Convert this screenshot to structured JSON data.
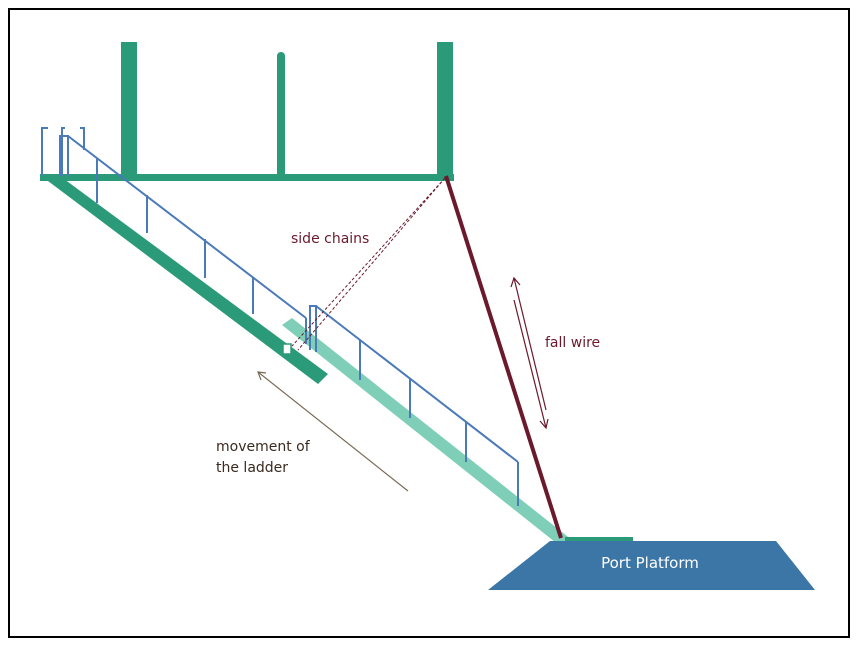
{
  "labels": {
    "side_chains": "side chains",
    "fall_wire": "fall wire",
    "movement_line1": "movement of",
    "movement_line2": "the ladder",
    "platform": "Port Platform"
  },
  "colors": {
    "ship_structure": "#2a9a78",
    "lower_ladder": "#7fcfb8",
    "railing": "#4a7ab8",
    "fall_wire": "#6b1a2e",
    "platform": "#3b76a6",
    "movement_arrow": "#7a6a55"
  }
}
